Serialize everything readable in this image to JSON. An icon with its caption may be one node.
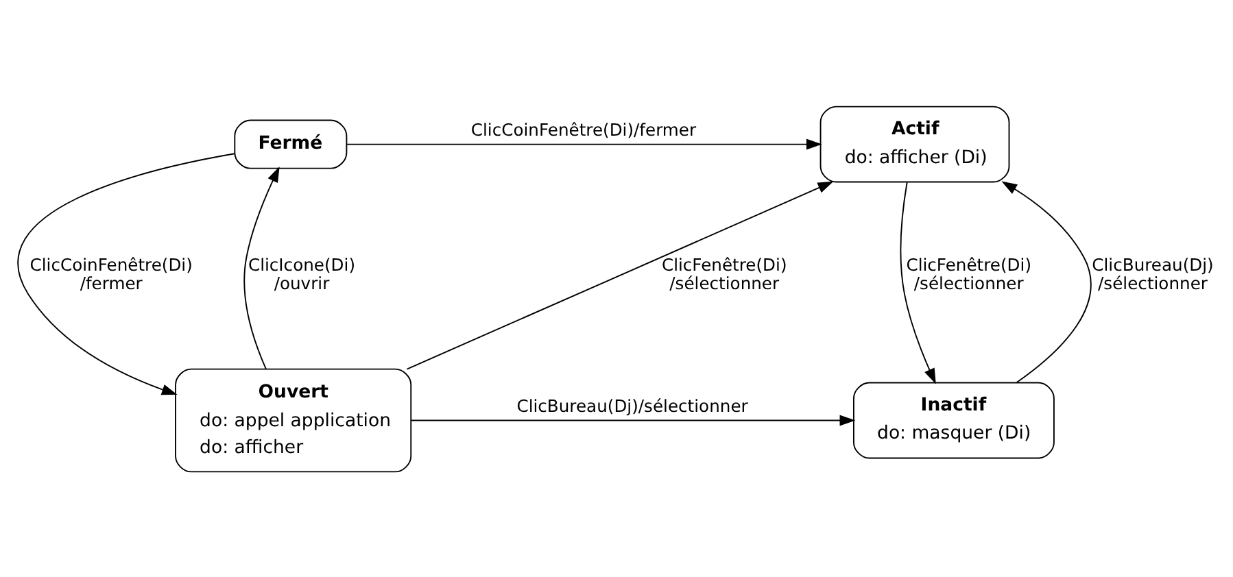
{
  "diagram": {
    "nodes": [
      {
        "text": [
          "Fermé"
        ]
      },
      {
        "text": [
          "Actif",
          "do: afficher (Di)"
        ]
      },
      {
        "text": [
          "Ouvert",
          "do: appel application",
          "do: afficher"
        ]
      },
      {
        "text": [
          "Inactif",
          "do: masquer (Di)"
        ]
      }
    ],
    "edges": [
      {
        "from": 0,
        "to": 1,
        "arrow": "to",
        "label": "ClicCoinFenêtre(Di)/fermer"
      },
      {
        "from": 2,
        "to": 0,
        "arrow": "to",
        "label": "ClicIcone(Di) /ouvrir"
      },
      {
        "from": 0,
        "to": 2,
        "arrow": "to",
        "label": "ClicCoinFenêtre(Di) /fermer"
      },
      {
        "from": 2,
        "to": 1,
        "arrow": "to",
        "label": "ClicFenêtre(Di) /sélectionner"
      },
      {
        "from": 3,
        "to": 1,
        "arrow": "to",
        "label": "ClicBureau(Dj) /sélectionner"
      },
      {
        "from": 1,
        "to": 3,
        "arrow": "to",
        "label": "ClicFenêtre(Di) /sélectionner"
      },
      {
        "from": 2,
        "to": 3,
        "arrow": "to",
        "label": "ClicBureau(Dj)/sélectionner"
      }
    ]
  }
}
